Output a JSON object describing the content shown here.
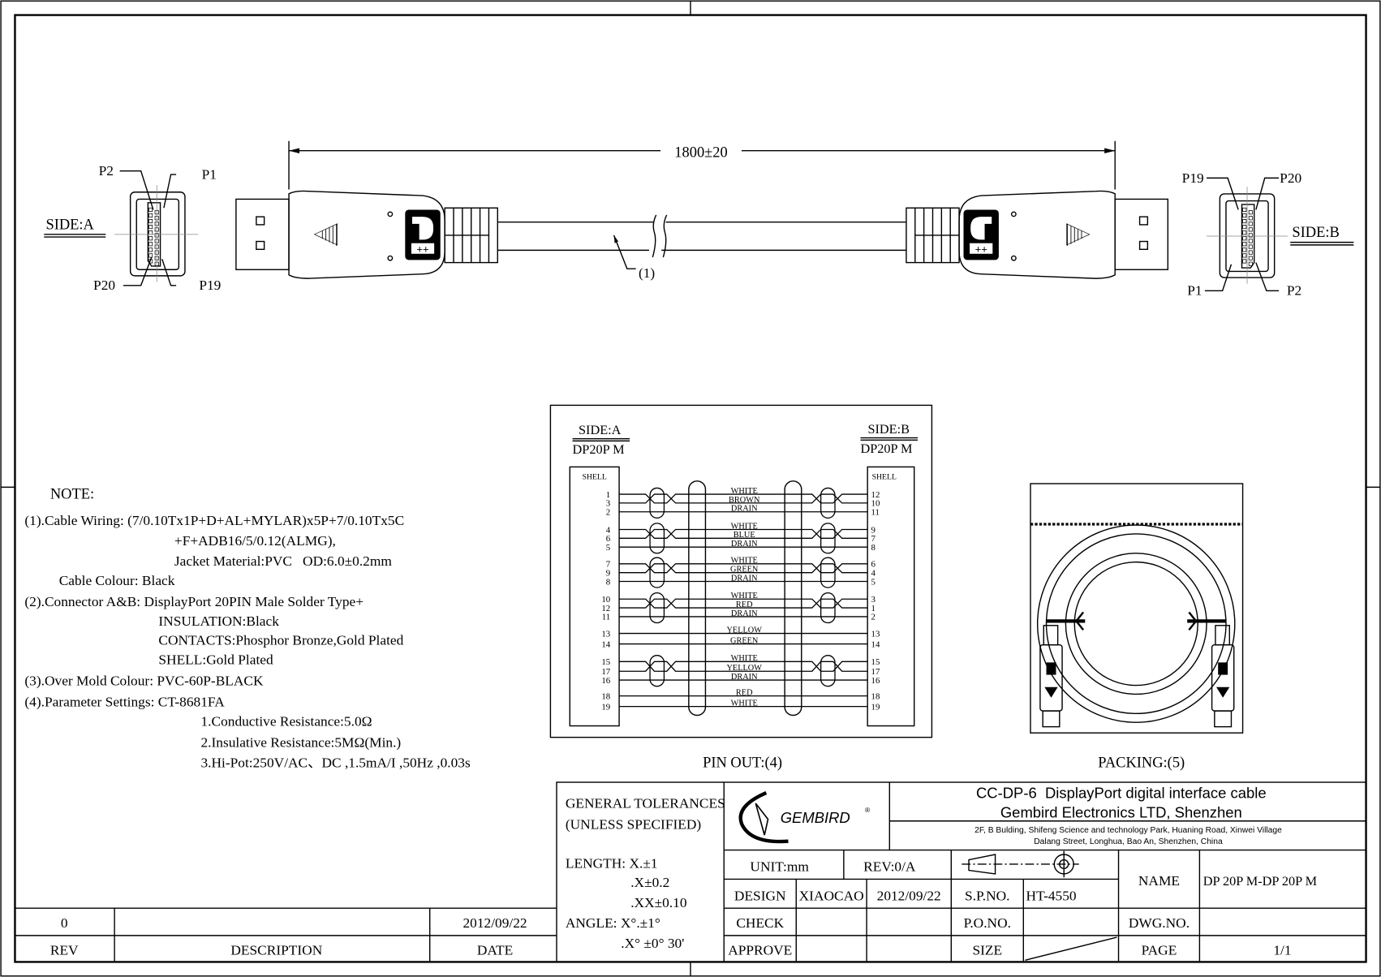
{
  "cable": {
    "length": "1800±20",
    "callout": "(1)",
    "side_a": {
      "label": "SIDE:A",
      "p_top_left": "P2",
      "p_top_right": "P1",
      "p_bottom_left": "P20",
      "p_bottom_right": "P19"
    },
    "side_b": {
      "label": "SIDE:B",
      "p_top_left": "P19",
      "p_top_right": "P20",
      "p_bottom_left": "P1",
      "p_bottom_right": "P2"
    }
  },
  "notes": {
    "title": "NOTE:",
    "lines": [
      "(1).Cable Wiring: (7/0.10Tx1P+D+AL+MYLAR)x5P+7/0.10Tx5C",
      "+F+ADB16/5/0.12(ALMG),",
      "Jacket Material:PVC   OD:6.0±0.2mm",
      "Cable Colour: Black",
      "(2).Connector A&B: DisplayPort 20PIN Male Solder Type+",
      "INSULATION:Black",
      "CONTACTS:Phosphor Bronze,Gold Plated",
      "SHELL:Gold Plated",
      "(3).Over Mold Colour: PVC-60P-BLACK",
      "(4).Parameter Settings: CT-8681FA",
      "1.Conductive Resistance:5.0Ω",
      "2.Insulative Resistance:5MΩ(Min.)",
      "3.Hi-Pot:250V/AC、DC ,1.5mA/I ,50Hz ,0.03s"
    ]
  },
  "pinout": {
    "caption": "PIN OUT:(4)",
    "side_a": "SIDE:A",
    "side_b": "SIDE:B",
    "conn_a": "DP20P M",
    "conn_b": "DP20P M",
    "shell": "SHELL",
    "groups": [
      {
        "twisted": true,
        "rows": [
          {
            "a": "1",
            "b": "12",
            "wire": "WHITE"
          },
          {
            "a": "3",
            "b": "10",
            "wire": "BROWN"
          },
          {
            "a": "2",
            "b": "11",
            "wire": "DRAIN"
          }
        ]
      },
      {
        "twisted": true,
        "rows": [
          {
            "a": "4",
            "b": "9",
            "wire": "WHITE"
          },
          {
            "a": "6",
            "b": "7",
            "wire": "BLUE"
          },
          {
            "a": "5",
            "b": "8",
            "wire": "DRAIN"
          }
        ]
      },
      {
        "twisted": true,
        "rows": [
          {
            "a": "7",
            "b": "6",
            "wire": "WHITE"
          },
          {
            "a": "9",
            "b": "4",
            "wire": "GREEN"
          },
          {
            "a": "8",
            "b": "5",
            "wire": "DRAIN"
          }
        ]
      },
      {
        "twisted": true,
        "rows": [
          {
            "a": "10",
            "b": "3",
            "wire": "WHITE"
          },
          {
            "a": "12",
            "b": "1",
            "wire": "RED"
          },
          {
            "a": "11",
            "b": "2",
            "wire": "DRAIN"
          }
        ]
      },
      {
        "twisted": false,
        "rows": [
          {
            "a": "13",
            "b": "13",
            "wire": "YELLOW"
          },
          {
            "a": "14",
            "b": "14",
            "wire": "GREEN"
          }
        ]
      },
      {
        "twisted": true,
        "rows": [
          {
            "a": "15",
            "b": "15",
            "wire": "WHITE"
          },
          {
            "a": "17",
            "b": "17",
            "wire": "YELLOW"
          },
          {
            "a": "16",
            "b": "16",
            "wire": "DRAIN"
          }
        ]
      },
      {
        "twisted": false,
        "rows": [
          {
            "a": "18",
            "b": "18",
            "wire": "RED"
          },
          {
            "a": "19",
            "b": "19",
            "wire": "WHITE"
          }
        ]
      }
    ]
  },
  "packing": {
    "caption": "PACKING:(5)"
  },
  "title_block": {
    "tolerances_title": "GENERAL TOLERANCES",
    "tolerances_sub": "(UNLESS SPECIFIED)",
    "length_1": "LENGTH: X.±1",
    "length_2": ".X±0.2",
    "length_3": ".XX±0.10",
    "angle_1": "ANGLE: X°.±1°",
    "angle_2": ".X° ±0° 30'",
    "logo": "GEMBIRD",
    "product": "CC-DP-6  DisplayPort digital interface cable",
    "company": "Gembird Electronics LTD, Shenzhen",
    "address_1": "2F, B Bulding, Shifeng Science and technology Park, Huaning Road, Xinwei Village",
    "address_2": "Dalang Street, Longhua, Bao An, Shenzhen, China",
    "unit": "UNIT:mm",
    "rev": "REV:0/A",
    "design_label": "DESIGN",
    "design_name": "XIAOCAO",
    "design_date": "2012/09/22",
    "check_label": "CHECK",
    "approve_label": "APPROVE",
    "sp_no_label": "S.P.NO.",
    "sp_no": "HT-4550",
    "po_no_label": "P.O.NO.",
    "size_label": "SIZE",
    "name_label": "NAME",
    "name_value": "DP 20P M-DP 20P M",
    "dwg_no_label": "DWG.NO.",
    "page_label": "PAGE",
    "page_value": "1/1"
  },
  "revision_table": {
    "rev": "0",
    "description": "",
    "date": "2012/09/22",
    "rev_header": "REV",
    "description_header": "DESCRIPTION",
    "date_header": "DATE"
  }
}
